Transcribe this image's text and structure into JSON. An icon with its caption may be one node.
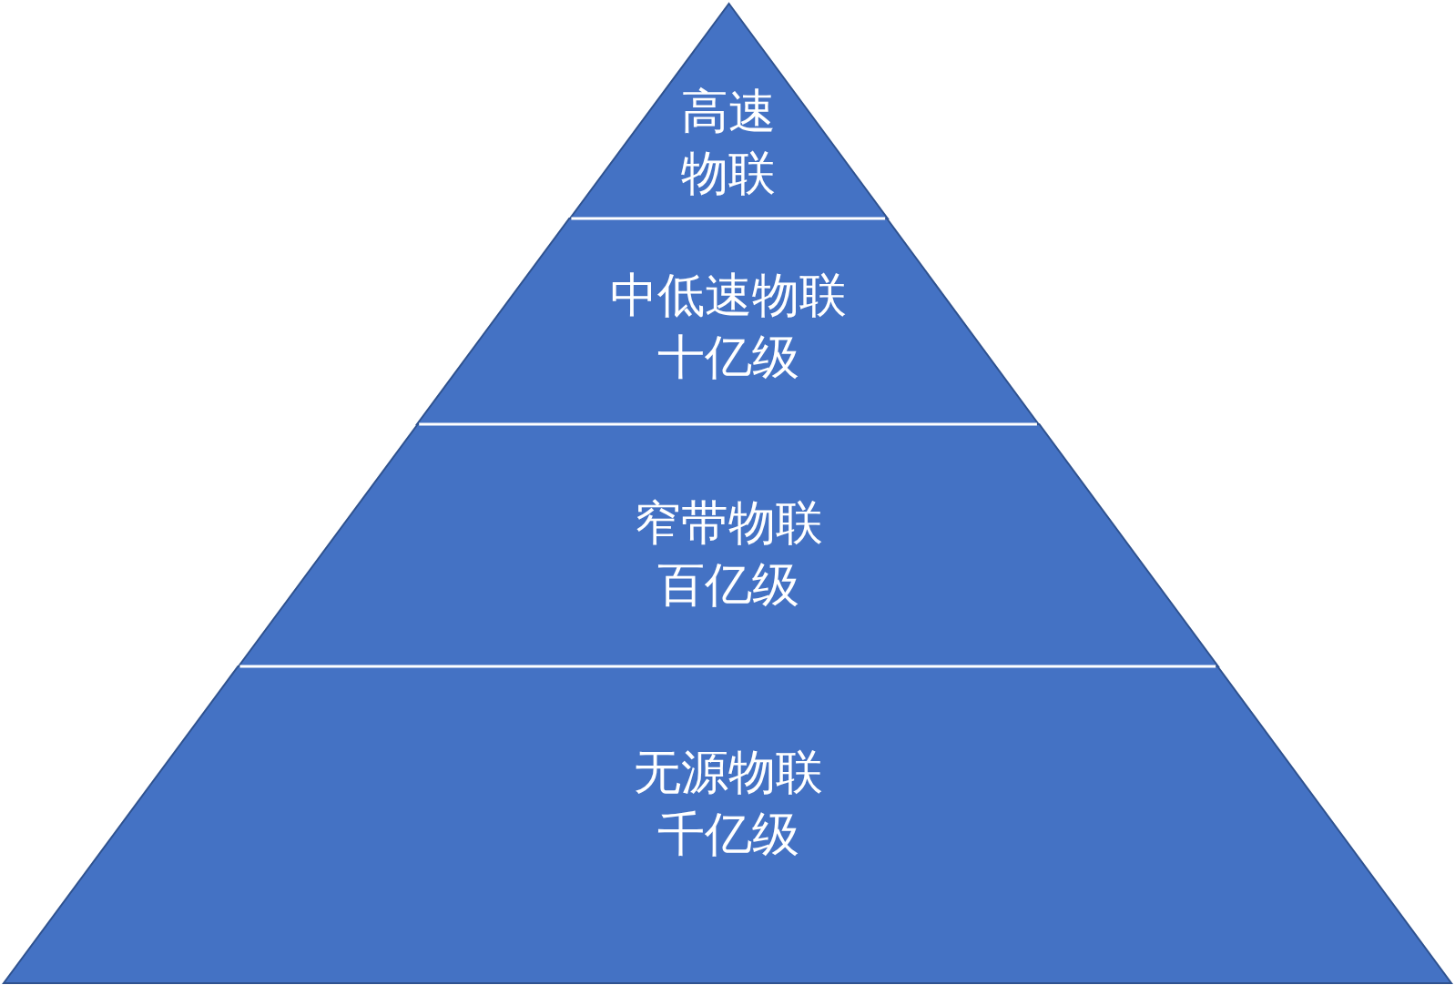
{
  "diagram": {
    "nodes": [
      {
        "text": [
          "高速物联"
        ]
      },
      {
        "text": [
          "中低速物联",
          "十亿级"
        ]
      },
      {
        "text": [
          "窄带物联",
          "百亿级"
        ]
      },
      {
        "text": [
          "无源物联",
          "千亿级"
        ]
      }
    ]
  }
}
